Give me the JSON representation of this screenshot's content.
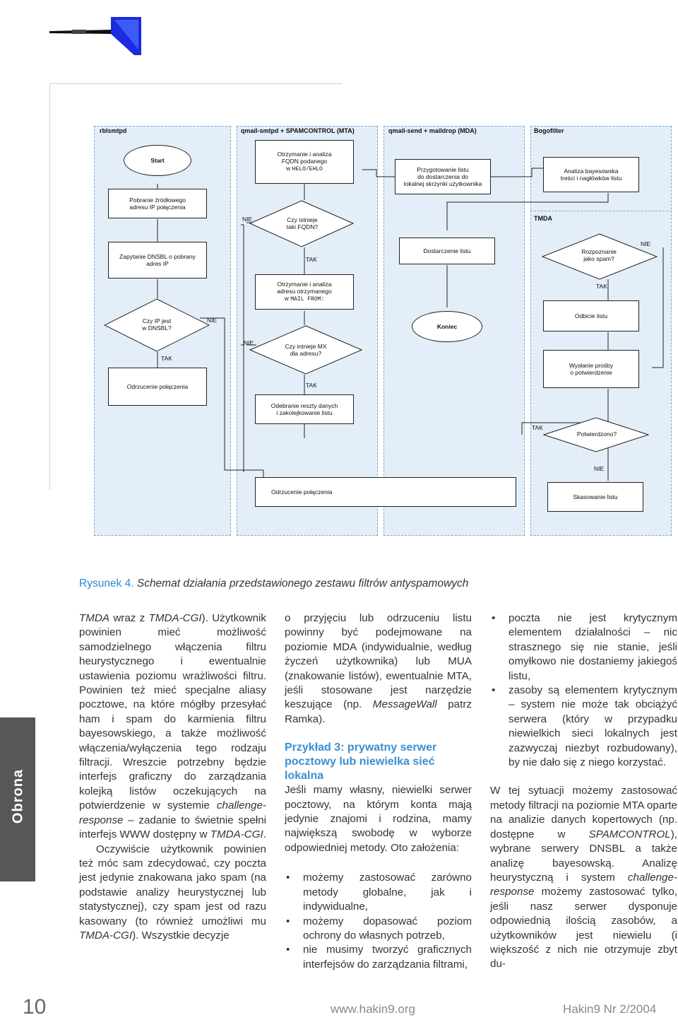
{
  "diagram": {
    "lanes": {
      "l1": "rblsmtpd",
      "l2": "qmail-smtpd + SPAMCONTROL (MTA)",
      "l3": "qmail-send + maildrop (MDA)",
      "l4": "Bogofilter"
    },
    "tmda_label": "TMDA",
    "nodes": {
      "start": "Start",
      "pobranie": "Pobranie źródłowego\nadresu IP połączenia",
      "zapytanie": "Zapytanie DNSBL o pobrany\nadres IP",
      "czy_ip": "Czy IP jest\nw DNSBL?",
      "odrzucenie1": "Odrzucenie połączenia",
      "otrzymanie_fqdn": "Otrzymanie i analiza\nFQDN podanego",
      "otrzymanie_fqdn_w": "w ",
      "helo": "HELO/EHLO",
      "czy_fqdn": "Czy istnieje\ntaki FQDN?",
      "otrzymanie_adres": "Otrzymanie i analiza\nadresu otrzymanego",
      "otrzymanie_adres_w": "w ",
      "mailfrom": "MAIL FROM:",
      "czy_mx": "Czy intnieje MX\ndla adresu?",
      "odebranie": "Odebranie reszty danych\ni zakolejkowanie listu",
      "odrzucenie2": "Odrzucenie połączenia",
      "przygotowanie": "Przygotowanie listu\ndo dostarczenia do\nlokalnej skrzynki użytkownika",
      "dostarczenie": "Dostarczenie listu",
      "koniec": "Koniec",
      "analiza": "Analiza bayesowska\ntreści i nagłówków listu",
      "rozpoznanie": "Rozpoznanie\njako spam?",
      "odbicie": "Odbicie listu",
      "wyslanie": "Wysłanie prośby\no potwierdzenie",
      "potwierdzono": "Potwierdzono?",
      "skasowanie": "Skasowanie listu"
    },
    "labels": {
      "tak": "TAK",
      "nie": "NIE"
    }
  },
  "caption": {
    "label": "Rysunek 4.",
    "text": " Schemat działania przedstawionego zestawu filtrów antyspamowych"
  },
  "col1": {
    "p1a_i": "TMDA",
    "p1b": " wraz z ",
    "p1c_i": "TMDA-CGI",
    "p1d": "). Użytkownik powinien mieć możliwość samodzielnego włączenia filtru heurystycznego i ewentualnie ustawienia poziomu wrażliwości filtru. Powinien też mieć specjalne aliasy pocztowe, na które mógłby przesyłać ham i spam do karmienia filtru bayesowskiego, a także możliwość włączenia/wyłączenia tego rodzaju filtracji. Wreszcie potrzebny będzie interfejs graficzny do zarządzania kolejką listów oczekujących na potwierdzenie w systemie ",
    "p1e_i": "challenge-response",
    "p1f": " – zadanie to świetnie spełni interfejs WWW dostępny w ",
    "p1g_i": "TMDA-CGI",
    "p1h": ".",
    "p2a": "Oczywiście użytkownik powinien też móc sam zdecydować, czy poczta jest jedynie znakowana jako spam (na podstawie analizy heurystycznej lub statystycznej), czy spam jest od razu kasowany (to również umożliwi mu ",
    "p2b_i": "TMDA-CGI",
    "p2c": "). Wszystkie decyzje"
  },
  "col2": {
    "p1a": "o przyjęciu lub odrzuceniu listu powinny być podejmowane na poziomie MDA (indywidualnie, według życzeń użytkownika) lub MUA (znakowanie listów), ewentualnie MTA, jeśli stosowane jest narzędzie keszujące (np. ",
    "p1b_i": "MessageWall",
    "p1c": " patrz Ramka).",
    "heading": "Przykład 3: prywatny serwer pocztowy lub niewielka sieć lokalna",
    "p2": "Jeśli mamy własny, niewielki serwer pocztowy, na którym konta mają jedynie znajomi i rodzina, mamy największą swobodę w wyborze odpowiedniej metody. Oto założenia:",
    "bullets": [
      "możemy zastosować zarówno metody globalne, jak i indywidualne,",
      "możemy dopasować poziom ochrony do własnych potrzeb,",
      "nie musimy tworzyć graficznych interfejsów do zarządzania filtrami,"
    ]
  },
  "col3": {
    "bullets": [
      "poczta nie jest krytycznym elementem działalności – nic strasznego się nie stanie, jeśli omyłkowo nie dostaniemy jakiegoś listu,",
      "zasoby są elementem krytycznym – system nie może tak obciążyć serwera (który w przypadku niewielkich sieci lokalnych jest zazwyczaj niezbyt rozbudowany), by nie dało się z niego korzystać."
    ],
    "p1a": "W tej sytuacji możemy zastosować metody filtracji na poziomie MTA oparte na analizie danych kopertowych (np. dostępne w ",
    "p1b_i": "SPAMCONTROL",
    "p1c": "), wybrane serwery DNSBL a także analizę bayesowską. Analizę heurystyczną i system ",
    "p1d_i": "challenge-response",
    "p1e": " możemy zastosować tylko, jeśli nasz serwer dysponuje odpowiednią ilością zasobów, a użytkowników jest niewielu (i większość z nich nie otrzymuje zbyt du-"
  },
  "sidetab": "Obrona",
  "footer": {
    "page": "10",
    "url": "www.hakin9.org",
    "issue": "Hakin9 Nr 2/2004"
  }
}
